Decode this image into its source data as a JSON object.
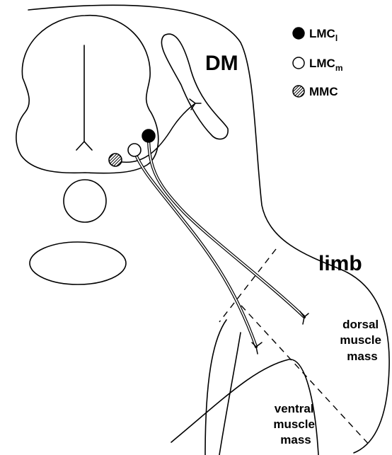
{
  "labels": {
    "dm": "DM",
    "limb": "limb",
    "dorsal_muscle_mass": [
      "dorsal",
      "muscle",
      "mass"
    ],
    "ventral_muscle_mass": [
      "ventral",
      "muscle",
      "mass"
    ]
  },
  "legend": [
    {
      "base": "LMC",
      "sub": "l",
      "symbol": "filled-circle",
      "color": "#000000"
    },
    {
      "base": "LMC",
      "sub": "m",
      "symbol": "open-circle",
      "color": "#ffffff"
    },
    {
      "base": "MMC",
      "sub": "",
      "symbol": "hatched-circle",
      "color": "#000000"
    }
  ]
}
